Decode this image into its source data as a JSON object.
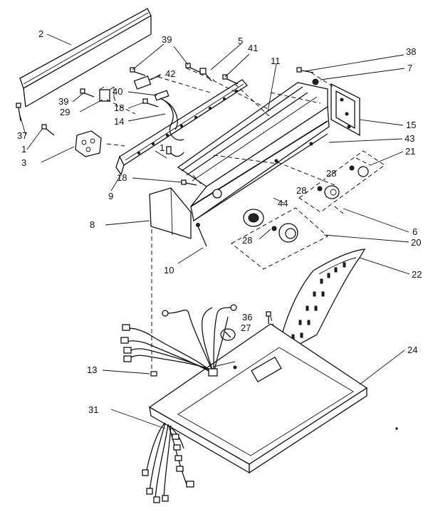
{
  "callouts": [
    {
      "id": "c2",
      "text": "2"
    },
    {
      "id": "c39a",
      "text": "39"
    },
    {
      "id": "c5",
      "text": "5"
    },
    {
      "id": "c41",
      "text": "41"
    },
    {
      "id": "c11",
      "text": "11"
    },
    {
      "id": "c38",
      "text": "38"
    },
    {
      "id": "c7",
      "text": "7"
    },
    {
      "id": "c42",
      "text": "42"
    },
    {
      "id": "c40",
      "text": "40"
    },
    {
      "id": "c39b",
      "text": "39"
    },
    {
      "id": "c29",
      "text": "29"
    },
    {
      "id": "c18a",
      "text": "18"
    },
    {
      "id": "c14",
      "text": "14"
    },
    {
      "id": "c15",
      "text": "15"
    },
    {
      "id": "c37",
      "text": "37"
    },
    {
      "id": "c1a",
      "text": "1"
    },
    {
      "id": "c43",
      "text": "43"
    },
    {
      "id": "c3",
      "text": "3"
    },
    {
      "id": "c1b",
      "text": "1"
    },
    {
      "id": "c21",
      "text": "21"
    },
    {
      "id": "c18b",
      "text": "18"
    },
    {
      "id": "c28a",
      "text": "28"
    },
    {
      "id": "c28b",
      "text": "28"
    },
    {
      "id": "c9",
      "text": "9"
    },
    {
      "id": "c44",
      "text": "44"
    },
    {
      "id": "c6",
      "text": "6"
    },
    {
      "id": "c8",
      "text": "8"
    },
    {
      "id": "c28c",
      "text": "28"
    },
    {
      "id": "c20",
      "text": "20"
    },
    {
      "id": "c10",
      "text": "10"
    },
    {
      "id": "c22",
      "text": "22"
    },
    {
      "id": "c36",
      "text": "36"
    },
    {
      "id": "c27",
      "text": "27"
    },
    {
      "id": "c24",
      "text": "24"
    },
    {
      "id": "c13",
      "text": "13"
    },
    {
      "id": "c31",
      "text": "31"
    }
  ]
}
